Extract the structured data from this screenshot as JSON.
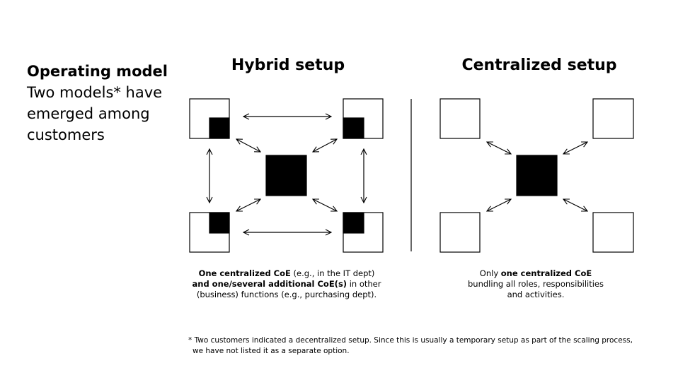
{
  "intro": {
    "heading": "Operating model",
    "subheading": "Two models* have emerged among customers"
  },
  "hybrid": {
    "title": "Hybrid setup",
    "caption": {
      "l1_bold": "One centralized CoE",
      "l1_rest": " (e.g., in the IT dept)",
      "l2_bold": "and one/several additional CoE(s)",
      "l2_rest": " in other",
      "l3": "(business) functions (e.g., purchasing dept)."
    }
  },
  "centralized": {
    "title": "Centralized setup",
    "caption": {
      "l1_pre": "Only ",
      "l1_bold": "one centralized CoE",
      "l2": "bundling all roles, responsibilities",
      "l3": "and activities."
    }
  },
  "footnote": {
    "l1": "* Two customers indicated a decentralized setup. Since this is usually a temporary setup as part of the scaling process,",
    "l2": "we have not listed it as a separate option."
  },
  "colors": {
    "ink": "#000000",
    "background": "#ffffff"
  }
}
